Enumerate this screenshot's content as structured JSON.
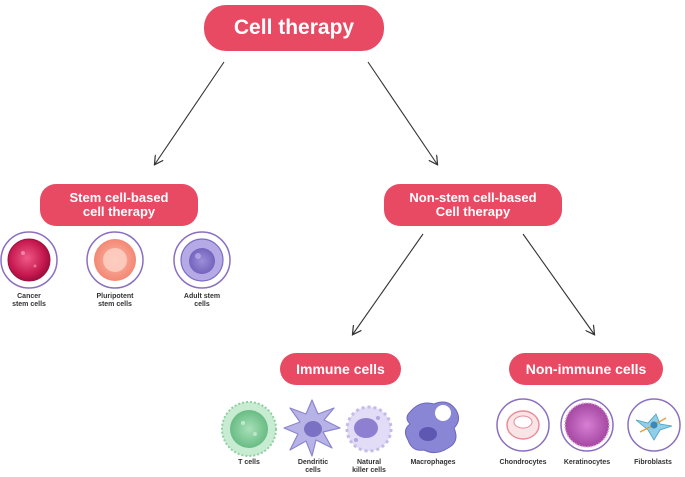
{
  "root": {
    "label": "Cell therapy"
  },
  "branches": {
    "stem": {
      "label_line1": "Stem cell-based",
      "label_line2": "cell therapy"
    },
    "non_stem": {
      "label_line1": "Non-stem cell-based",
      "label_line2": "Cell therapy"
    }
  },
  "sub_branches": {
    "immune": {
      "label": "Immune cells"
    },
    "non_immune": {
      "label": "Non-immune cells"
    }
  },
  "stem_cells": [
    {
      "line1": "Cancer",
      "line2": "stem cells"
    },
    {
      "line1": "Pluripotent",
      "line2": "stem cells"
    },
    {
      "line1": "Adult stem",
      "line2": "cells"
    }
  ],
  "immune_cells": [
    {
      "line1": "T cells",
      "line2": ""
    },
    {
      "line1": "Dendritic",
      "line2": "cells"
    },
    {
      "line1": "Natural",
      "line2": "killer cells"
    },
    {
      "line1": "Macrophages",
      "line2": ""
    }
  ],
  "non_immune_cells": [
    {
      "line1": "Chondrocytes",
      "line2": ""
    },
    {
      "line1": "Keratinocytes",
      "line2": ""
    },
    {
      "line1": "Fibroblasts",
      "line2": ""
    }
  ],
  "colors": {
    "pill": "#e84a64",
    "ring": "#8a6fc0",
    "arrow": "#333333"
  }
}
